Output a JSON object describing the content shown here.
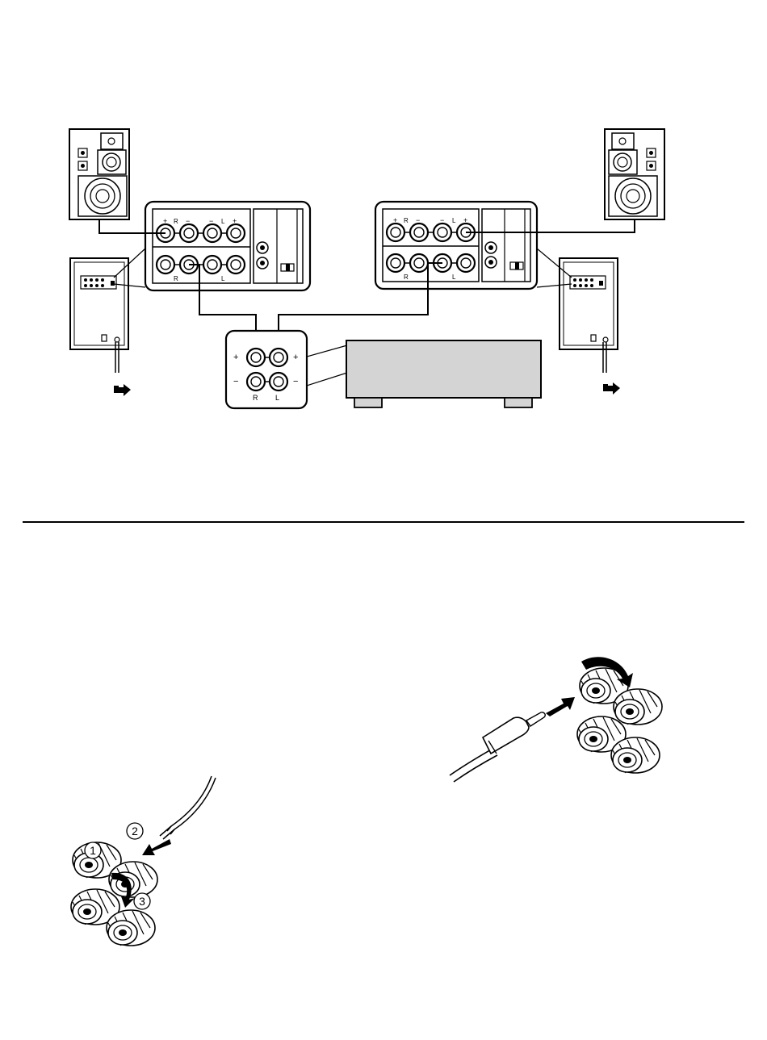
{
  "labels": {
    "plus": "+",
    "minus": "−",
    "channel_right": "R",
    "channel_left": "L"
  },
  "steps": [
    "1",
    "2",
    "3"
  ],
  "colors": {
    "line": "#000000",
    "background": "#ffffff",
    "amplifier_fill": "#d4d4d4",
    "knob_fill": "#e8e8e8",
    "arrow": "#000000"
  },
  "icons": [
    "speaker-icon",
    "subwoofer-icon",
    "terminal-panel-icon",
    "amplifier-icon",
    "binding-post-icon",
    "banana-plug-icon",
    "arrow-icon"
  ]
}
